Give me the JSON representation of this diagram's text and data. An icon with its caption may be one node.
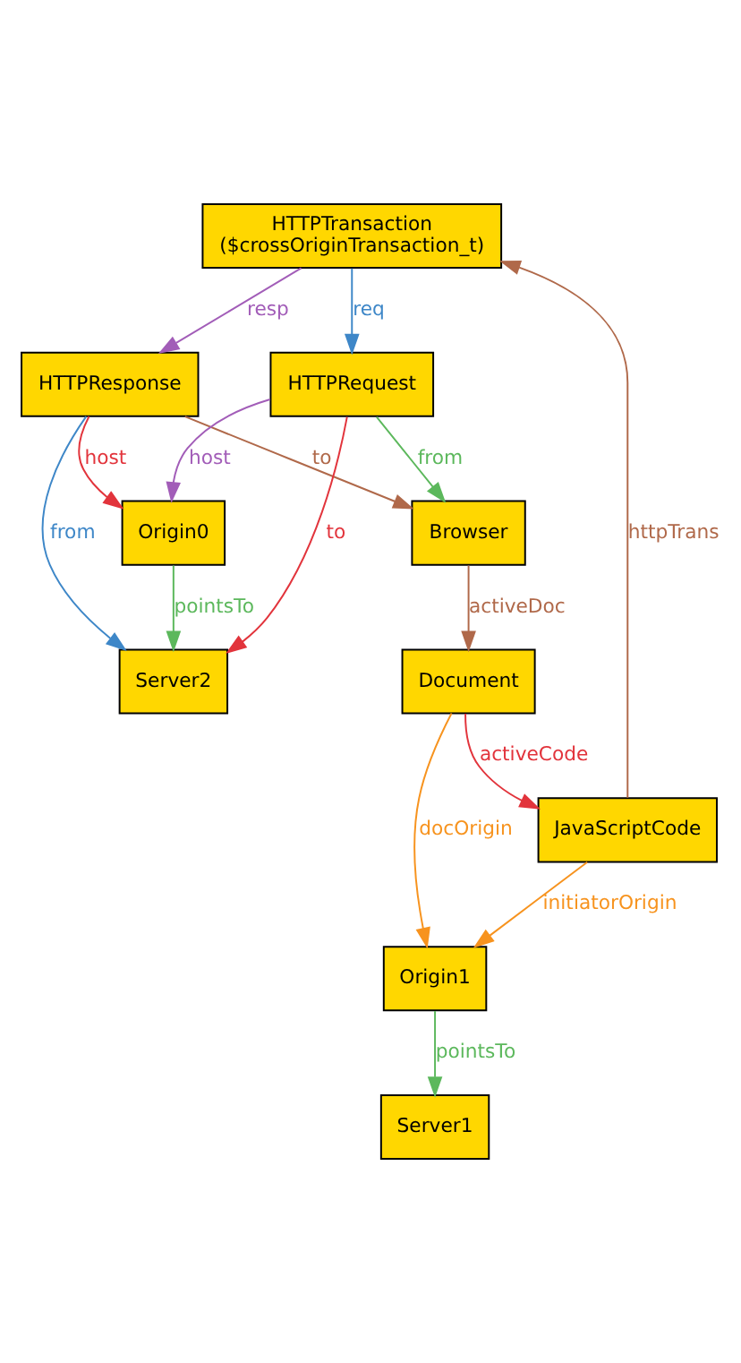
{
  "diagram": {
    "nodes": [
      {
        "text": [
          "HTTPTransaction",
          "($crossOriginTransaction_t)"
        ]
      },
      {
        "text": [
          "HTTPResponse"
        ]
      },
      {
        "text": [
          "HTTPRequest"
        ]
      },
      {
        "text": [
          "Origin0"
        ]
      },
      {
        "text": [
          "Browser"
        ]
      },
      {
        "text": [
          "Server2"
        ]
      },
      {
        "text": [
          "Document"
        ]
      },
      {
        "text": [
          "JavaScriptCode"
        ]
      },
      {
        "text": [
          "Origin1"
        ]
      },
      {
        "text": [
          "Server1"
        ]
      }
    ],
    "edges": [
      {
        "from": 0,
        "to": 1,
        "arrow": "to",
        "label": "resp",
        "color": "#a25db8"
      },
      {
        "from": 0,
        "to": 2,
        "arrow": "to",
        "label": "req",
        "color": "#3e87c8"
      },
      {
        "from": 1,
        "to": 3,
        "arrow": "to",
        "label": "host",
        "color": "#e2343c"
      },
      {
        "from": 2,
        "to": 3,
        "arrow": "to",
        "label": "host",
        "color": "#a25db8"
      },
      {
        "from": 1,
        "to": 4,
        "arrow": "to",
        "label": "to",
        "color": "#b0694a"
      },
      {
        "from": 2,
        "to": 4,
        "arrow": "to",
        "label": "from",
        "color": "#5cb85c"
      },
      {
        "from": 1,
        "to": 5,
        "arrow": "to",
        "label": "from",
        "color": "#3e87c8"
      },
      {
        "from": 2,
        "to": 5,
        "arrow": "to",
        "label": "to",
        "color": "#e2343c"
      },
      {
        "from": 3,
        "to": 5,
        "arrow": "to",
        "label": "pointsTo",
        "color": "#5cb85c"
      },
      {
        "from": 7,
        "to": 0,
        "arrow": "to",
        "label": "httpTrans",
        "color": "#b0694a"
      },
      {
        "from": 4,
        "to": 6,
        "arrow": "to",
        "label": "activeDoc",
        "color": "#b0694a"
      },
      {
        "from": 6,
        "to": 7,
        "arrow": "to",
        "label": "activeCode",
        "color": "#e2343c"
      },
      {
        "from": 6,
        "to": 8,
        "arrow": "to",
        "label": "docOrigin",
        "color": "#f7931e"
      },
      {
        "from": 7,
        "to": 8,
        "arrow": "to",
        "label": "initiatorOrigin",
        "color": "#f7931e"
      },
      {
        "from": 8,
        "to": 9,
        "arrow": "to",
        "label": "pointsTo",
        "color": "#5cb85c"
      }
    ]
  }
}
